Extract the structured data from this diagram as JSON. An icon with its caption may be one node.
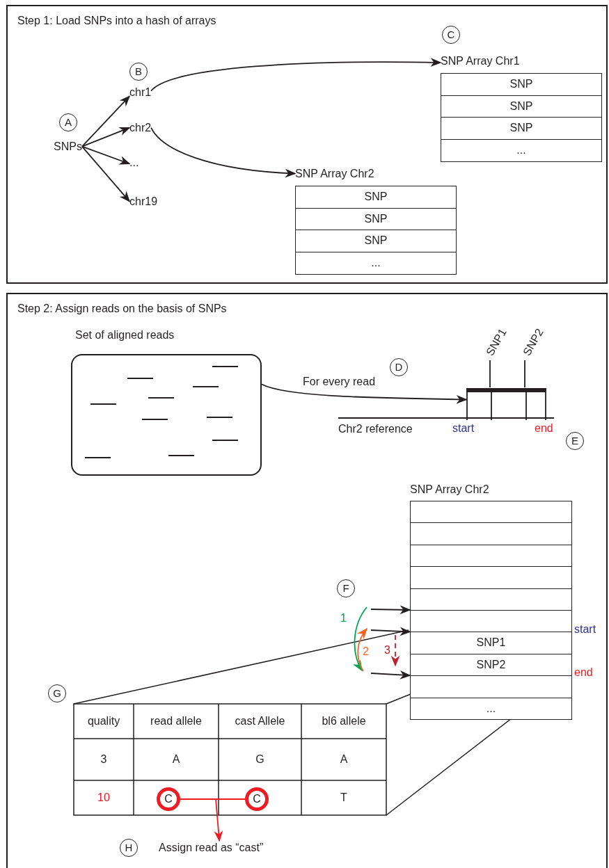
{
  "diagram": {
    "nodes": [
      {
        "text": [
          "Step 1: Load SNPs into a hash of arrays"
        ]
      },
      {
        "text": [
          "SNPs"
        ],
        "in": 0
      },
      {
        "text": [
          "chr1"
        ],
        "in": 0
      },
      {
        "text": [
          "chr2"
        ],
        "in": 0
      },
      {
        "text": [
          "..."
        ],
        "in": 0
      },
      {
        "text": [
          "chr19"
        ],
        "in": 0
      },
      {
        "text": [
          "SNP Array Chr1"
        ],
        "in": 0
      },
      {
        "text": [
          "SNP"
        ],
        "in": 6
      },
      {
        "text": [
          "SNP"
        ],
        "in": 6
      },
      {
        "text": [
          "SNP"
        ],
        "in": 6
      },
      {
        "text": [
          "..."
        ],
        "in": 6
      },
      {
        "text": [
          "SNP Array Chr2"
        ],
        "in": 0
      },
      {
        "text": [
          "SNP"
        ],
        "in": 11
      },
      {
        "text": [
          "SNP"
        ],
        "in": 11
      },
      {
        "text": [
          "SNP"
        ],
        "in": 11
      },
      {
        "text": [
          "..."
        ],
        "in": 11
      },
      {
        "text": [
          "Step 2: Assign reads on the basis of SNPs"
        ]
      },
      {
        "text": [
          "Set of aligned reads"
        ],
        "in": 16
      },
      {
        "text": [],
        "shape": "bar",
        "in": 16
      },
      {
        "text": [
          "SNP Array Chr2"
        ],
        "in": 16
      },
      {
        "text": [],
        "shape": "box",
        "in": 19
      },
      {
        "text": [],
        "shape": "box",
        "in": 19
      },
      {
        "text": [],
        "shape": "box",
        "in": 19
      },
      {
        "text": [],
        "shape": "box",
        "in": 19
      },
      {
        "text": [],
        "shape": "box",
        "in": 19
      },
      {
        "text": [],
        "shape": "box",
        "in": 19
      },
      {
        "text": [
          "SNP1"
        ],
        "in": 19
      },
      {
        "text": [
          "SNP2"
        ],
        "in": 19
      },
      {
        "text": [],
        "shape": "box",
        "in": 19
      },
      {
        "text": [
          "..."
        ],
        "in": 19
      },
      {
        "text": [
          "C"
        ],
        "in": 16
      },
      {
        "text": [
          "C"
        ],
        "in": 16
      },
      {
        "text": [
          "Assign read as “cast”"
        ],
        "in": 16
      }
    ],
    "edges": [
      {
        "from": 1,
        "to": 2,
        "arrow": "to"
      },
      {
        "from": 1,
        "to": 3,
        "arrow": "to"
      },
      {
        "from": 1,
        "to": 4,
        "arrow": "to"
      },
      {
        "from": 1,
        "to": 5,
        "arrow": "to"
      },
      {
        "from": 2,
        "to": 6,
        "arrow": "to"
      },
      {
        "from": 3,
        "to": 11,
        "arrow": "to"
      },
      {
        "from": 17,
        "to": 18,
        "arrow": "to",
        "label": "For every read"
      },
      {
        "from": null,
        "to": 25,
        "arrow": "to"
      },
      {
        "from": null,
        "to": 26,
        "arrow": "to"
      },
      {
        "from": null,
        "to": 28,
        "arrow": "to"
      },
      {
        "from": 30,
        "to": 31,
        "arrow": "none",
        "color": "#ed1c24"
      },
      {
        "from": null,
        "to": 32,
        "arrow": "to",
        "color": "#ed1c24"
      }
    ],
    "labels": [
      "C",
      "B",
      "A",
      "D",
      "SNP1",
      "SNP2",
      "Chr2 reference",
      "start",
      "end",
      "E",
      "F",
      "start",
      "1",
      "2",
      "3",
      "end",
      "G",
      "quality",
      "read allele",
      "cast Allele",
      "bl6 allele",
      "3",
      "A",
      "G",
      "A",
      "10",
      "T",
      "H"
    ]
  }
}
